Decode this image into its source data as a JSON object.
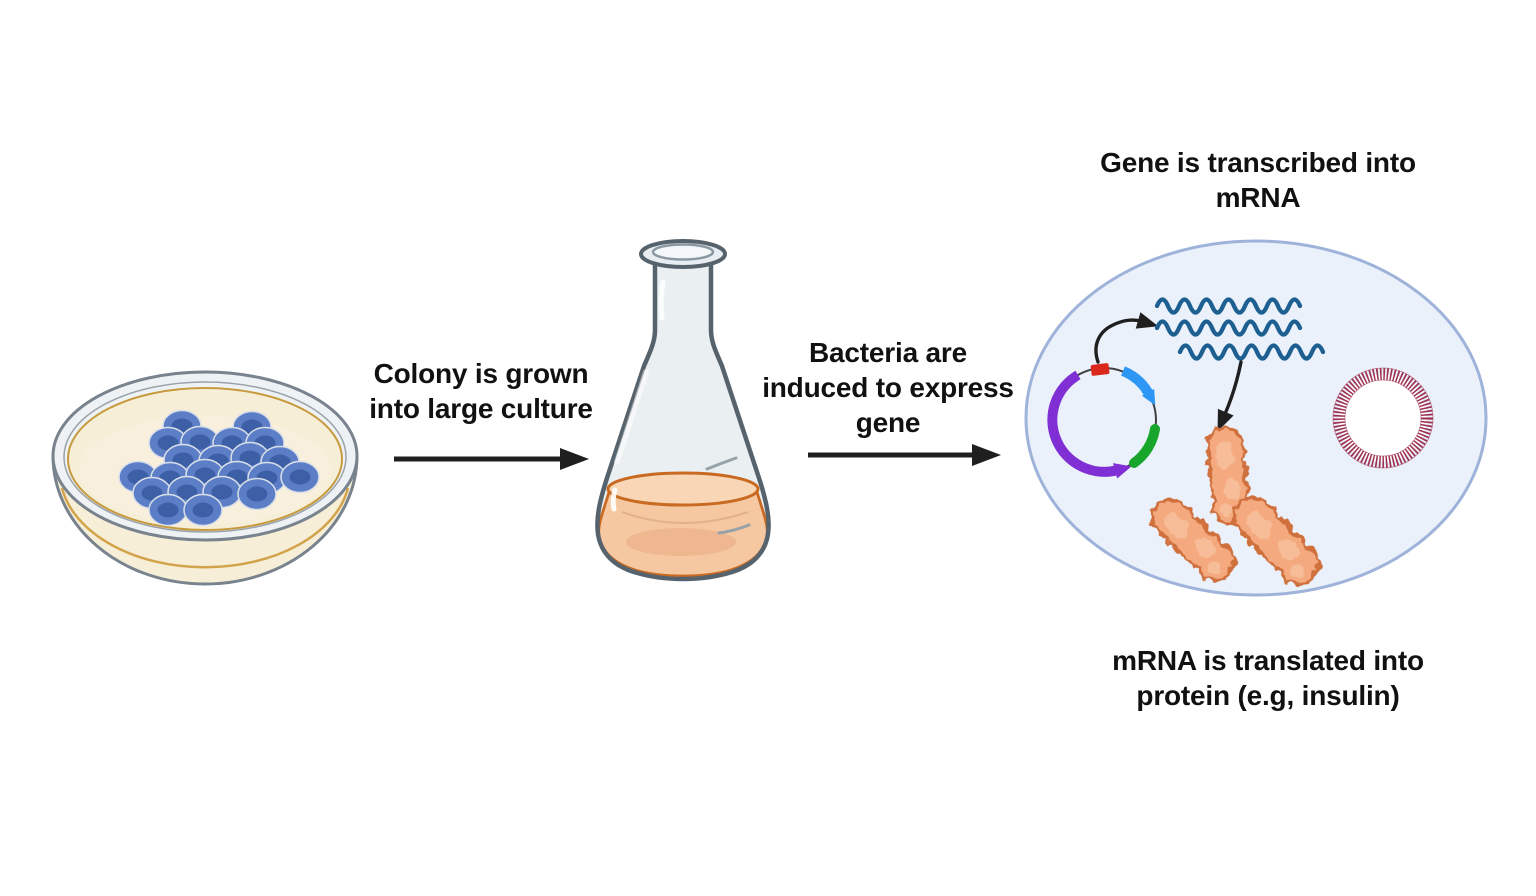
{
  "figure": {
    "background": "#ffffff",
    "steps": {
      "grow": "Colony is grown\ninto large culture",
      "induce": "Bacteria are\ninduced to express\ngene",
      "transcribe": "Gene is transcribed into\nmRNA",
      "translate": "mRNA is translated into\nprotein (e.g, insulin)"
    },
    "icons": {
      "petri_dish": "petri-dish-with-blue-colonies",
      "flask": "erlenmeyer-flask-with-orange-culture",
      "cell": "bacterial-cell-ellipse",
      "plasmid": "expression-plasmid-circle",
      "gene_insert": "red-gene-segment",
      "mrna": "three-wavy-mrna-strands",
      "proteins": "three-orange-protein-blobs",
      "chromosome": "hatched-ring-chromosome",
      "step_arrows": "black-right-arrows",
      "transcription_arrow": "curved-arrow-plasmid-to-mrna",
      "translation_arrow": "arrow-mrna-to-protein"
    },
    "counts": {
      "colonies": 22,
      "mrna_strands": 3,
      "proteins": 3
    },
    "colors": {
      "label_text": "#111111",
      "arrow": "#1f1f1f",
      "agar": "#f7eed7",
      "agar_edge": "#c79a3e",
      "dish_rim": "#eef2f5",
      "dish_outline": "#78838e",
      "colony": "#5b7ec6",
      "colony_core": "#3c5fa6",
      "glass": "#eaeff2",
      "glass_outline": "#57636c",
      "culture": "#f5c8a2",
      "culture_surface": "#f8d6b6",
      "culture_edge": "#c96a22",
      "cell_fill": "#eaf1fa",
      "cell_border": "#9fb3da",
      "plasmid_backbone": "#3f3f3f",
      "plasmid_purple": "#7f2fd4",
      "plasmid_blue": "#2e96f5",
      "plasmid_green": "#17a52c",
      "gene_red": "#da291c",
      "mrna": "#1d5f90",
      "protein_fill": "#f4aa7e",
      "protein_edge": "#cf6f3e",
      "chromosome_ring": "#9c3150"
    }
  }
}
